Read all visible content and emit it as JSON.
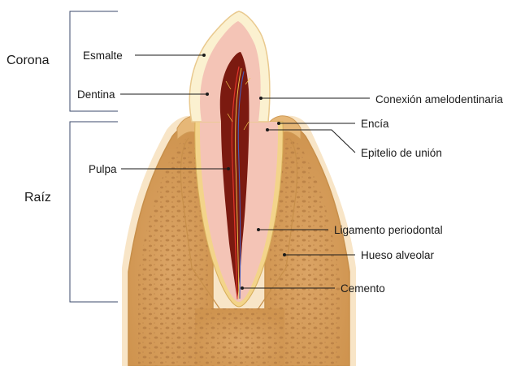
{
  "sections": {
    "crown": "Corona",
    "root": "Raíz"
  },
  "labels": {
    "enamel": "Esmalte",
    "dentin": "Dentina",
    "pulp": "Pulpa",
    "dej": "Conexión amelodentinaria",
    "gingiva": "Encía",
    "junctional_epithelium": "Epitelio de unión",
    "periodontal_ligament": "Ligamento periodontal",
    "alveolar_bone": "Hueso alveolar",
    "cementum": "Cemento"
  },
  "colors": {
    "bone": "#d9a35f",
    "bone_edge": "#c78f4a",
    "bone_spots": "#b98045",
    "gingiva": "#e6b777",
    "enamel": "#fbf1d0",
    "enamel_edge": "#e9c98e",
    "dentin": "#f4c4b6",
    "pulp": "#7b1a10",
    "cementum": "#f3d48a",
    "bracket": "#3b4a6b",
    "vessel_red": "#e0342a",
    "vessel_blue": "#4a5bb5",
    "nerve": "#f2c94c"
  }
}
